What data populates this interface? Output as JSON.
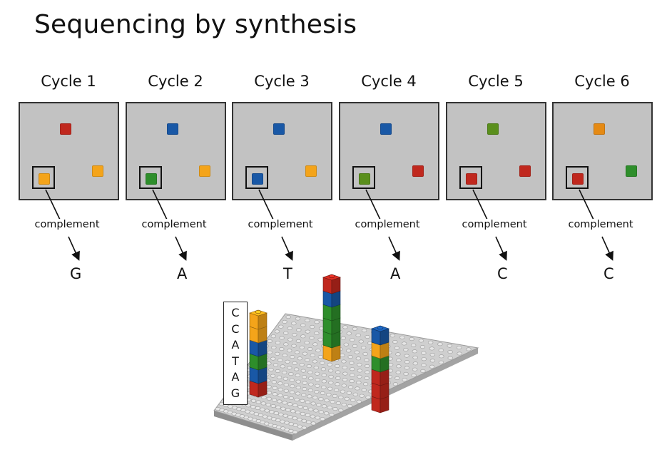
{
  "title": "Sequencing by synthesis",
  "colors": {
    "red": "#c0281e",
    "blue": "#1958a6",
    "orange": "#f4a41a",
    "green": "#2e8e2b",
    "dark_orange": "#e58a14",
    "olive_green": "#5a8f1c",
    "panel_gray": "#c2c2c2"
  },
  "cycles": [
    {
      "label": "Cycle 1",
      "top_spot": "red",
      "right_spot": "orange",
      "selected_spot": "orange",
      "complement_label": "complement",
      "base": "G"
    },
    {
      "label": "Cycle 2",
      "top_spot": "blue",
      "right_spot": "orange",
      "selected_spot": "green",
      "complement_label": "complement",
      "base": "A"
    },
    {
      "label": "Cycle 3",
      "top_spot": "blue",
      "right_spot": "orange",
      "selected_spot": "blue",
      "complement_label": "complement",
      "base": "T"
    },
    {
      "label": "Cycle 4",
      "top_spot": "blue",
      "right_spot": "red",
      "selected_spot": "olive_green",
      "complement_label": "complement",
      "base": "A"
    },
    {
      "label": "Cycle 5",
      "top_spot": "olive_green",
      "right_spot": "red",
      "selected_spot": "red",
      "complement_label": "complement",
      "base": "C"
    },
    {
      "label": "Cycle 6",
      "top_spot": "dark_orange",
      "right_spot": "green",
      "selected_spot": "red",
      "complement_label": "complement",
      "base": "C"
    }
  ],
  "read_sequence": [
    "C",
    "C",
    "A",
    "T",
    "A",
    "G"
  ],
  "stacks": [
    {
      "name": "left-stack",
      "colors_bottom_to_top": [
        "red",
        "blue",
        "green",
        "blue",
        "orange",
        "orange"
      ]
    },
    {
      "name": "middle-stack",
      "colors_bottom_to_top": [
        "orange",
        "green",
        "green",
        "green",
        "blue",
        "red"
      ]
    },
    {
      "name": "right-stack",
      "colors_bottom_to_top": [
        "red",
        "red",
        "red",
        "green",
        "orange",
        "blue"
      ]
    }
  ]
}
